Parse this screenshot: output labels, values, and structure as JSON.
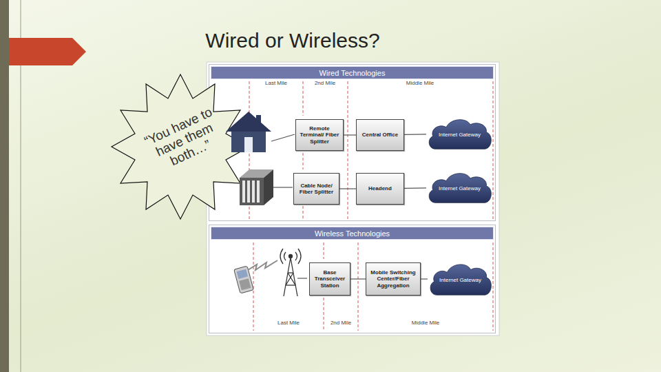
{
  "diagram": {
    "title": "Wired or Wireless?",
    "nodes": [
      {
        "text": [
          "Wired Technologies"
        ]
      },
      {
        "text": [
          "Remote Terminal/ Fiber Splitter"
        ],
        "in": 0
      },
      {
        "text": [
          "Central Office"
        ],
        "in": 0
      },
      {
        "text": [
          "Internet Gateway"
        ],
        "in": 0
      },
      {
        "text": [
          "Cable Node/ Fiber Splitter"
        ],
        "in": 0
      },
      {
        "text": [
          "Headend"
        ],
        "in": 0
      },
      {
        "text": [
          "Internet Gateway"
        ],
        "in": 0
      },
      {
        "text": [
          "Wireless Technologies"
        ]
      },
      {
        "text": [
          "Base Transceiver Station"
        ],
        "in": 7
      },
      {
        "text": [
          "Mobile Switching Center/Fiber Aggregation"
        ],
        "in": 7
      },
      {
        "text": [
          "Internet Gateway"
        ],
        "in": 7
      }
    ],
    "edges": [
      {
        "from": 1,
        "to": 2,
        "arrow": "none"
      },
      {
        "from": 2,
        "to": 3,
        "arrow": "none"
      },
      {
        "from": 4,
        "to": 5,
        "arrow": "none"
      },
      {
        "from": 5,
        "to": 6,
        "arrow": "none"
      },
      {
        "from": 8,
        "to": 9,
        "arrow": "none"
      },
      {
        "from": 9,
        "to": 10,
        "arrow": "none"
      }
    ],
    "labels": [
      "“You have to have them both…”",
      "Last Mile",
      "2nd Mile",
      "Middle Mile",
      "Last Mile",
      "2nd Mile",
      "Middle Mile"
    ]
  }
}
